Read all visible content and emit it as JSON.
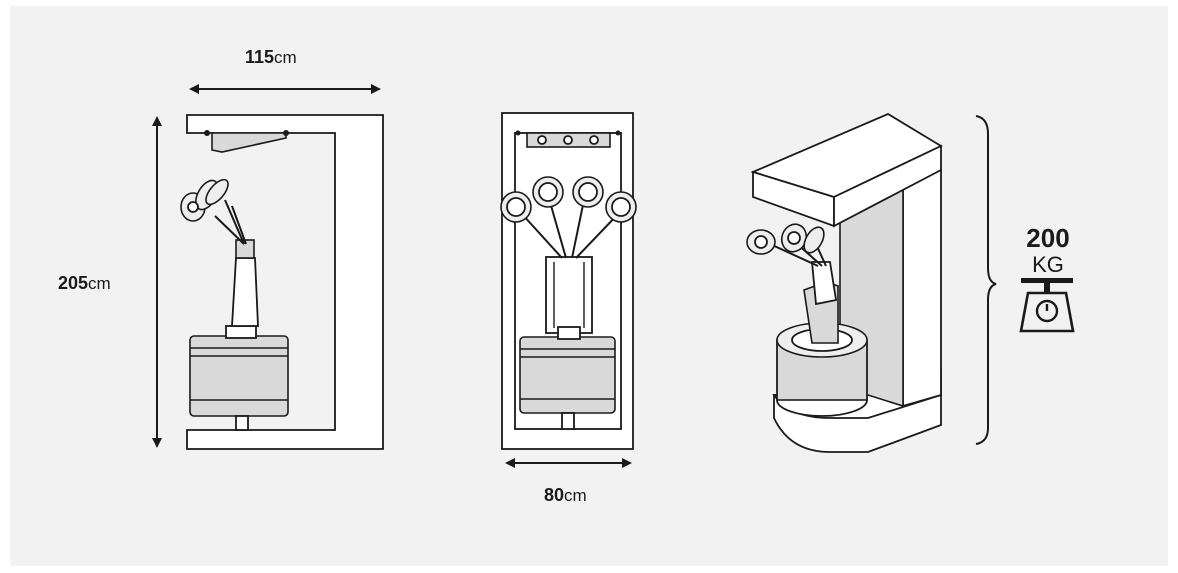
{
  "background_color": "#f2f2f2",
  "line_color": "#1a1a1a",
  "dimensions": {
    "width_side": {
      "value": "115",
      "unit": "cm"
    },
    "height": {
      "value": "205",
      "unit": "cm"
    },
    "width_front": {
      "value": "80",
      "unit": "cm"
    }
  },
  "weight": {
    "value": "200",
    "unit": "KG",
    "icon": "scale-icon"
  }
}
